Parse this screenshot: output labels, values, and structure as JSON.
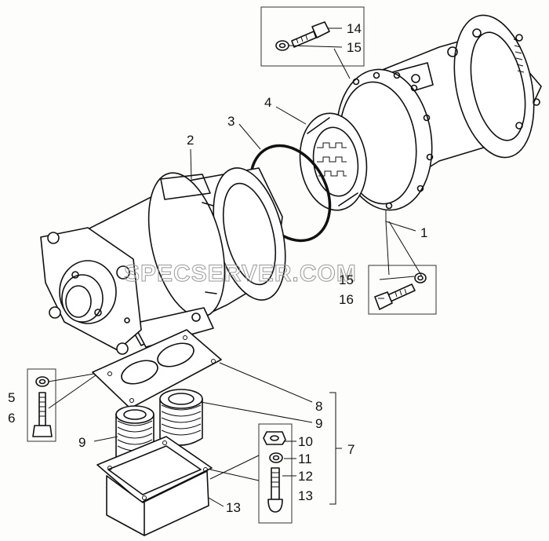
{
  "labels": {
    "l1": "1",
    "l2": "2",
    "l3": "3",
    "l4": "4",
    "l5": "5",
    "l6": "6",
    "l7": "7",
    "l8": "8",
    "l9a": "9",
    "l9b": "9",
    "l10": "10",
    "l11": "11",
    "l12": "12",
    "l13": "13",
    "l14": "14",
    "l15a": "15",
    "l15b": "15",
    "l16": "16"
  },
  "watermark": "SPECSERVER.COM"
}
